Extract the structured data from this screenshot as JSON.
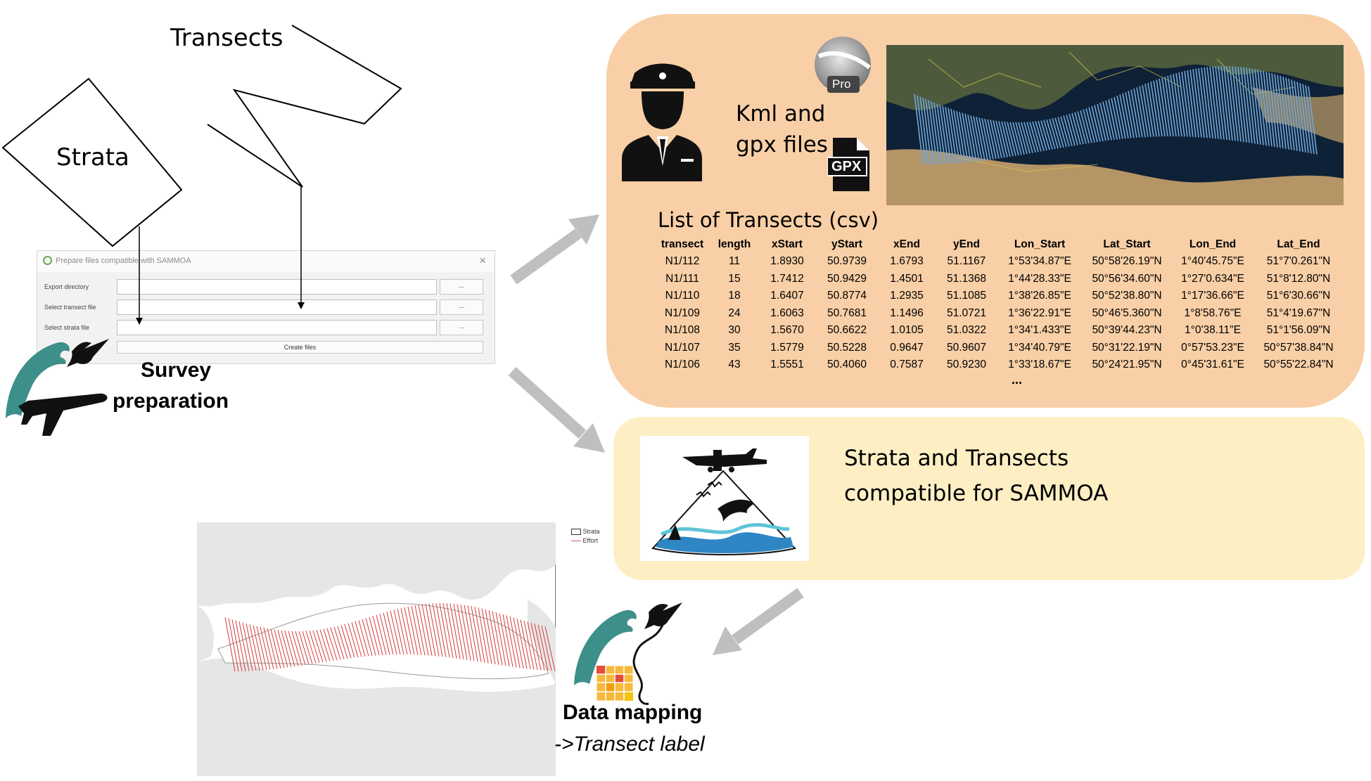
{
  "labels": {
    "transects": "Transects",
    "strata": "Strata",
    "survey_preparation_line1": "Survey",
    "survey_preparation_line2": "preparation",
    "kml_line1": "Kml and",
    "kml_line2": "gpx files",
    "pro_badge": "Pro",
    "gpx_badge": "GPX",
    "csv_title": "List of Transects (csv)",
    "csv_more": "...",
    "sammoa_line1": "Strata and Transects",
    "sammoa_line2": "compatible for SAMMOA",
    "data_mapping": "Data mapping",
    "transect_label": "->Transect label"
  },
  "dialog": {
    "title": "Prepare files compatible with SAMMOA",
    "close": "×",
    "fields": [
      {
        "label": "Export directory",
        "button": "..."
      },
      {
        "label": "Select transect file",
        "button": "..."
      },
      {
        "label": "Select strata file",
        "button": "..."
      }
    ],
    "create_button": "Create files"
  },
  "csv": {
    "headers": [
      "transect",
      "length",
      "xStart",
      "yStart",
      "xEnd",
      "yEnd",
      "Lon_Start",
      "Lat_Start",
      "Lon_End",
      "Lat_End"
    ],
    "rows": [
      [
        "N1/112",
        "11",
        "1.8930",
        "50.9739",
        "1.6793",
        "51.1167",
        "1°53'34.87\"E",
        "50°58'26.19\"N",
        "1°40'45.75\"E",
        "51°7'0.261\"N"
      ],
      [
        "N1/111",
        "15",
        "1.7412",
        "50.9429",
        "1.4501",
        "51.1368",
        "1°44'28.33\"E",
        "50°56'34.60\"N",
        "1°27'0.634\"E",
        "51°8'12.80\"N"
      ],
      [
        "N1/110",
        "18",
        "1.6407",
        "50.8774",
        "1.2935",
        "51.1085",
        "1°38'26.85\"E",
        "50°52'38.80\"N",
        "1°17'36.66\"E",
        "51°6'30.66\"N"
      ],
      [
        "N1/109",
        "24",
        "1.6063",
        "50.7681",
        "1.1496",
        "51.0721",
        "1°36'22.91\"E",
        "50°46'5.360\"N",
        "1°8'58.76\"E",
        "51°4'19.67\"N"
      ],
      [
        "N1/108",
        "30",
        "1.5670",
        "50.6622",
        "1.0105",
        "51.0322",
        "1°34'1.433\"E",
        "50°39'44.23\"N",
        "1°0'38.11\"E",
        "51°1'56.09\"N"
      ],
      [
        "N1/107",
        "35",
        "1.5779",
        "50.5228",
        "0.9647",
        "50.9607",
        "1°34'40.79\"E",
        "50°31'22.19\"N",
        "0°57'53.23\"E",
        "50°57'38.84\"N"
      ],
      [
        "N1/106",
        "43",
        "1.5551",
        "50.4060",
        "0.7587",
        "50.9230",
        "1°33'18.67\"E",
        "50°24'21.95\"N",
        "0°45'31.61\"E",
        "50°55'22.84\"N"
      ]
    ]
  },
  "legend": {
    "items": [
      {
        "label": "Strata",
        "color": "#ffffff"
      },
      {
        "label": "Effort",
        "color": "#e05050"
      }
    ]
  },
  "colors": {
    "orange_panel": "#f8cfa6",
    "yellow_panel": "#fdeec4",
    "arrow_gray": "#bfbfbf",
    "dolphin_teal": "#3d8f8a",
    "transect_blue": "#6fa8dc",
    "effort_red": "#d63a3a"
  },
  "icons": [
    "pilot-icon",
    "google-earth-pro-icon",
    "gpx-file-icon",
    "dolphin-icon",
    "bird-icon",
    "airplane-icon",
    "survey-plane-icon",
    "grid-icon"
  ]
}
